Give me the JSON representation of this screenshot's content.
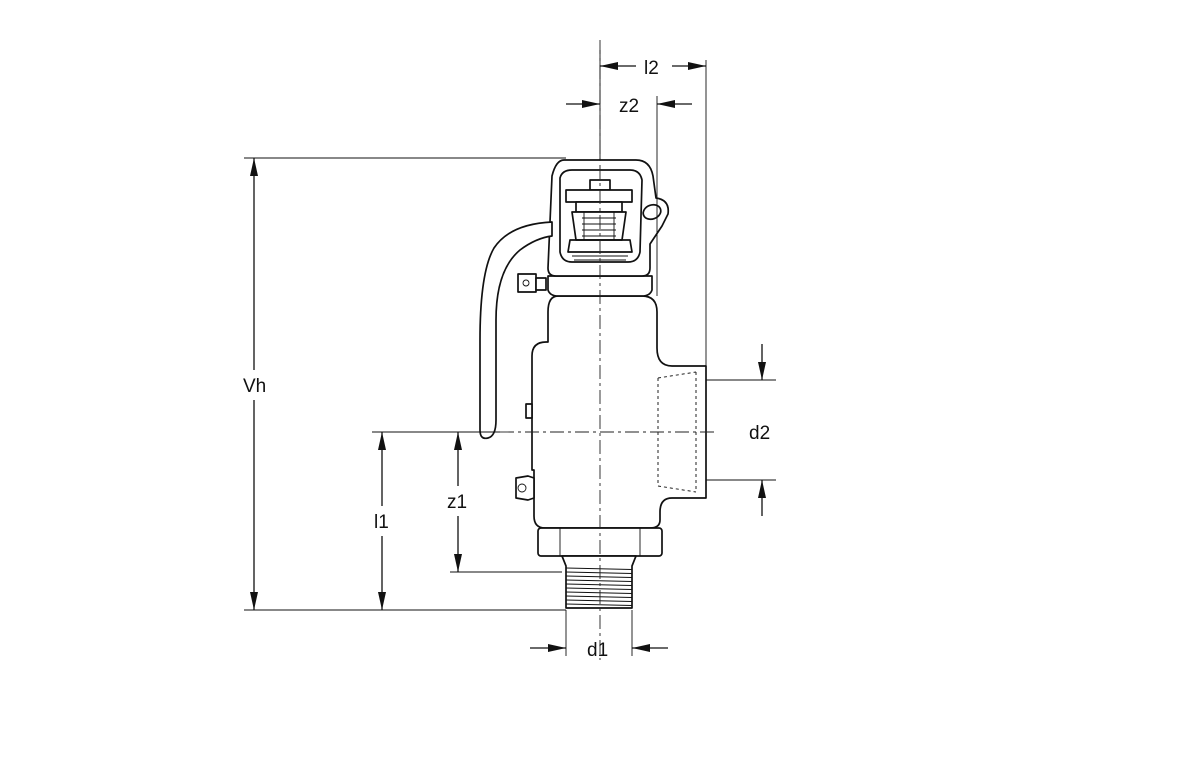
{
  "dimensions": {
    "l2": "l2",
    "z2": "z2",
    "vh": "Vh",
    "d2": "d2",
    "z1": "z1",
    "l1": "l1",
    "d1": "d1"
  }
}
